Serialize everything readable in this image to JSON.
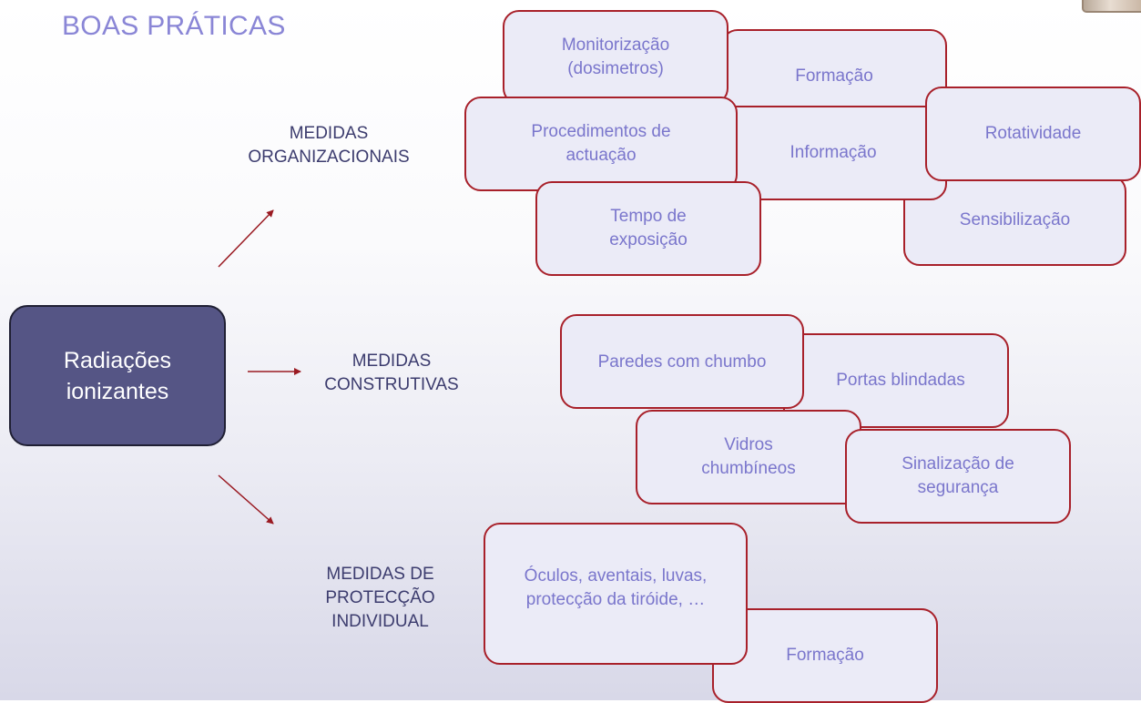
{
  "title": "BOAS PRÁTICAS",
  "main": {
    "line1": "Radiações",
    "line2": "ionizantes"
  },
  "categories": {
    "organizational": {
      "line1": "MEDIDAS",
      "line2": "ORGANIZACIONAIS"
    },
    "constructive": {
      "line1": "MEDIDAS",
      "line2": "CONSTRUTIVAS"
    },
    "individual": {
      "line1": "MEDIDAS DE",
      "line2": "PROTECÇÃO",
      "line3": "INDIVIDUAL"
    }
  },
  "organizational_items": {
    "monitorizacao": {
      "line1": "Monitorização",
      "line2": "(dosimetros)"
    },
    "formacao": {
      "line1": "Formação"
    },
    "procedimentos": {
      "line1": "Procedimentos de",
      "line2": "actuação"
    },
    "informacao": {
      "line1": "Informação"
    },
    "rotatividade": {
      "line1": "Rotatividade"
    },
    "tempo": {
      "line1": "Tempo de",
      "line2": "exposição"
    },
    "sensibilizacao": {
      "line1": "Sensibilização"
    }
  },
  "constructive_items": {
    "paredes": {
      "line1": "Paredes com chumbo"
    },
    "portas": {
      "line1": "Portas blindadas"
    },
    "vidros": {
      "line1": "Vidros",
      "line2": "chumbíneos"
    },
    "sinalizacao": {
      "line1": "Sinalização de",
      "line2": "segurança"
    }
  },
  "individual_items": {
    "oculos": {
      "line1": "Óculos, aventais, luvas,",
      "line2": "protecção da tiróide, …"
    },
    "formacao": {
      "line1": "Formação"
    }
  },
  "colors": {
    "main_fill": "#555585",
    "box_fill": "#ebebf7",
    "box_border": "#a8202a",
    "box_text": "#7a76cc",
    "category_text": "#3c3c6e",
    "title_text": "#8a86d6",
    "arrow": "#9a1a22"
  }
}
